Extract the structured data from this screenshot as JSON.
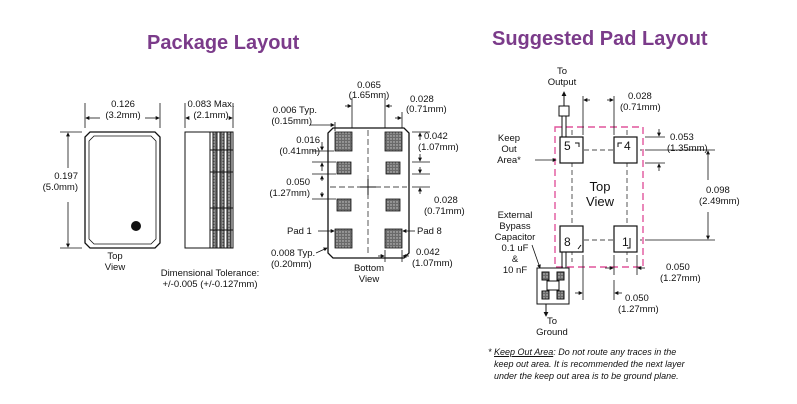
{
  "package_layout": {
    "title": "Package Layout",
    "top_view": {
      "width_in": "0.126",
      "width_mm": "(3.2mm)",
      "height_in": "0.197",
      "height_mm": "(5.0mm)",
      "label_line1": "Top",
      "label_line2": "View"
    },
    "side_view": {
      "max_in": "0.083 Max.",
      "max_mm": "(2.1mm)"
    },
    "tolerance": {
      "line1": "Dimensional Tolerance:",
      "line2": "+/-0.005 (+/-0.127mm)"
    },
    "bottom_view": {
      "label_line1": "Bottom",
      "label_line2": "View",
      "dims": {
        "d0065_in": "0.065",
        "d0065_mm": "(1.65mm)",
        "d028_in": "0.028",
        "d028_mm": "(0.71mm)",
        "d006_in": "0.006 Typ.",
        "d006_mm": "(0.15mm)",
        "d016_in": "0.016",
        "d016_mm": "(0.41mm)",
        "d042_in": "0.042",
        "d042_mm": "(1.07mm)",
        "d050_in": "0.050",
        "d050_mm": "(1.27mm)",
        "d028b_in": "0.028",
        "d028b_mm": "(0.71mm)",
        "d008_in": "0.008 Typ.",
        "d008_mm": "(0.20mm)",
        "d042b_in": "0.042",
        "d042b_mm": "(1.07mm)"
      },
      "pad1": "Pad 1",
      "pad8": "Pad 8"
    }
  },
  "pad_layout": {
    "title": "Suggested Pad Layout",
    "to_output_1": "To",
    "to_output_2": "Output",
    "keep_out_1": "Keep",
    "keep_out_2": "Out",
    "keep_out_3": "Area*",
    "bypass_1": "External",
    "bypass_2": "Bypass",
    "bypass_3": "Capacitor",
    "bypass_4": "0.1 uF",
    "bypass_5": "&",
    "bypass_6": "10 nF",
    "to_ground_1": "To",
    "to_ground_2": "Ground",
    "top_view_1": "Top",
    "top_view_2": "View",
    "pads": {
      "p5": "5",
      "p4": "4",
      "p8": "8",
      "p1": "1"
    },
    "dims": {
      "a_in": "0.028",
      "a_mm": "(0.71mm)",
      "b_in": "0.053",
      "b_mm": "(1.35mm)",
      "c_in": "0.098",
      "c_mm": "(2.49mm)",
      "d_in": "0.050",
      "d_mm": "(1.27mm)",
      "e_in": "0.050",
      "e_mm": "(1.27mm)"
    },
    "footnote": {
      "star": "* ",
      "term": "Keep Out Area",
      "text1": ": Do not route any traces in the",
      "line2": "keep out area. It is recommended the next layer",
      "line3": "under the keep out area is to be ground plane."
    }
  },
  "colors": {
    "heading": "#7b3b8a",
    "keepout": "#e0559c",
    "pad_fill": "#555555"
  }
}
